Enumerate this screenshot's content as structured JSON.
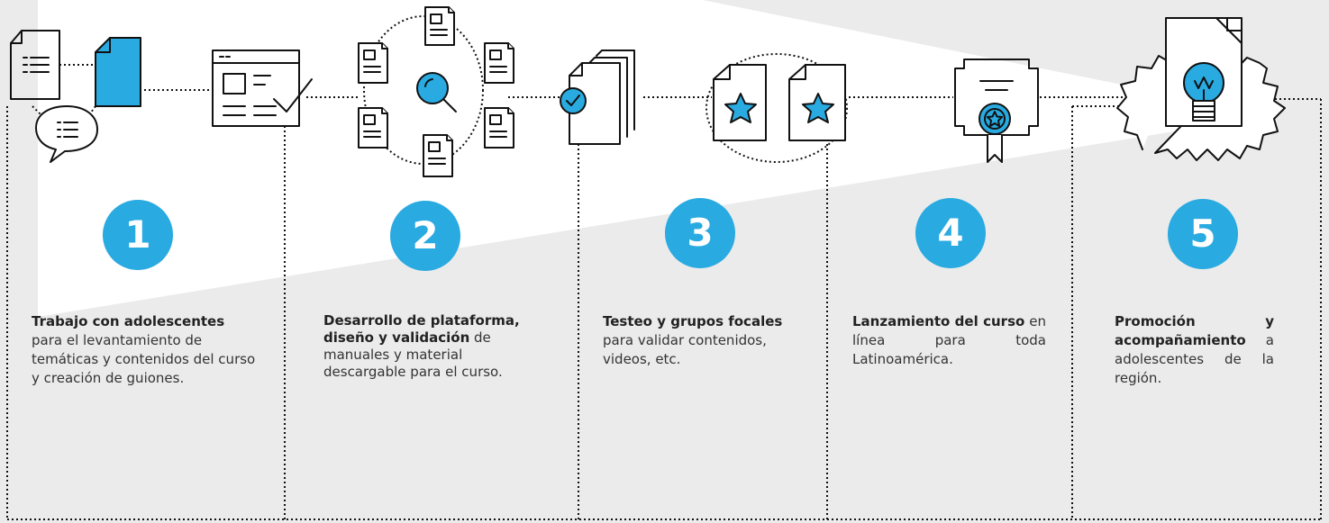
{
  "colors": {
    "accent": "#29aae1",
    "background": "#ebebeb",
    "highlight": "#ffffff",
    "ink": "#111111"
  },
  "icons": [
    "documents-chat-icon",
    "web-form-check-icon",
    "documents-search-network-icon",
    "documents-approved-icon",
    "star-documents-icon",
    "certificate-icon",
    "idea-gear-icon"
  ],
  "steps": [
    {
      "number": "1",
      "title": "Trabajo con adolescentes",
      "text": "para el levantamiento de temáticas y contenidos del curso y creación de guiones."
    },
    {
      "number": "2",
      "title": "Desarrollo de plataforma, diseño y validación",
      "text": "de manuales y material descargable para el curso."
    },
    {
      "number": "3",
      "title": "Testeo y grupos focales",
      "text": "para validar contenidos, videos, etc."
    },
    {
      "number": "4",
      "title": "Lanzamiento del curso",
      "text": "en línea para toda Latinoamérica."
    },
    {
      "number": "5",
      "title": "Promoción y acompañamiento",
      "text": "a adolescentes de la región."
    }
  ]
}
